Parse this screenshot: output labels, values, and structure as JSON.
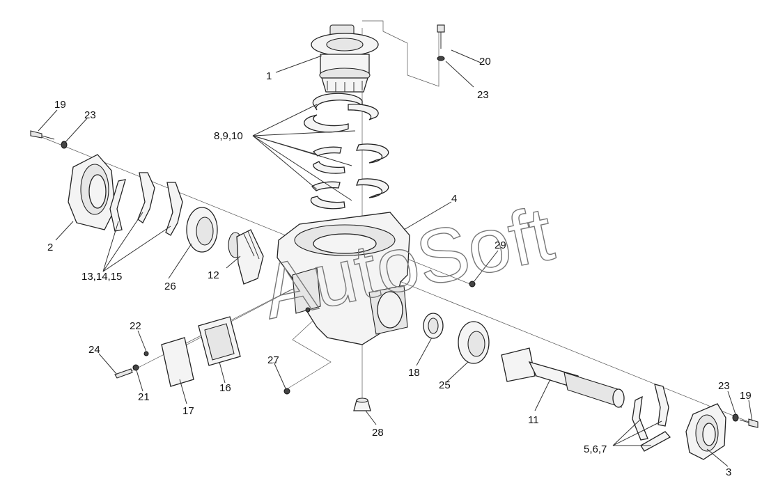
{
  "watermark": "AutoSoft",
  "callouts": [
    {
      "id": "c1",
      "text": "1"
    },
    {
      "id": "c2",
      "text": "2"
    },
    {
      "id": "c3",
      "text": "3"
    },
    {
      "id": "c4",
      "text": "4"
    },
    {
      "id": "c5",
      "text": "5,6,7"
    },
    {
      "id": "c8",
      "text": "8,9,10"
    },
    {
      "id": "c11",
      "text": "11"
    },
    {
      "id": "c12",
      "text": "12"
    },
    {
      "id": "c13",
      "text": "13,14,15"
    },
    {
      "id": "c16",
      "text": "16"
    },
    {
      "id": "c17",
      "text": "17"
    },
    {
      "id": "c18",
      "text": "18"
    },
    {
      "id": "c19a",
      "text": "19"
    },
    {
      "id": "c19b",
      "text": "19"
    },
    {
      "id": "c20",
      "text": "20"
    },
    {
      "id": "c21",
      "text": "21"
    },
    {
      "id": "c22",
      "text": "22"
    },
    {
      "id": "c23a",
      "text": "23"
    },
    {
      "id": "c23b",
      "text": "23"
    },
    {
      "id": "c23c",
      "text": "23"
    },
    {
      "id": "c24",
      "text": "24"
    },
    {
      "id": "c25",
      "text": "25"
    },
    {
      "id": "c26",
      "text": "26"
    },
    {
      "id": "c27",
      "text": "27"
    },
    {
      "id": "c28",
      "text": "28"
    },
    {
      "id": "c29",
      "text": "29"
    }
  ]
}
